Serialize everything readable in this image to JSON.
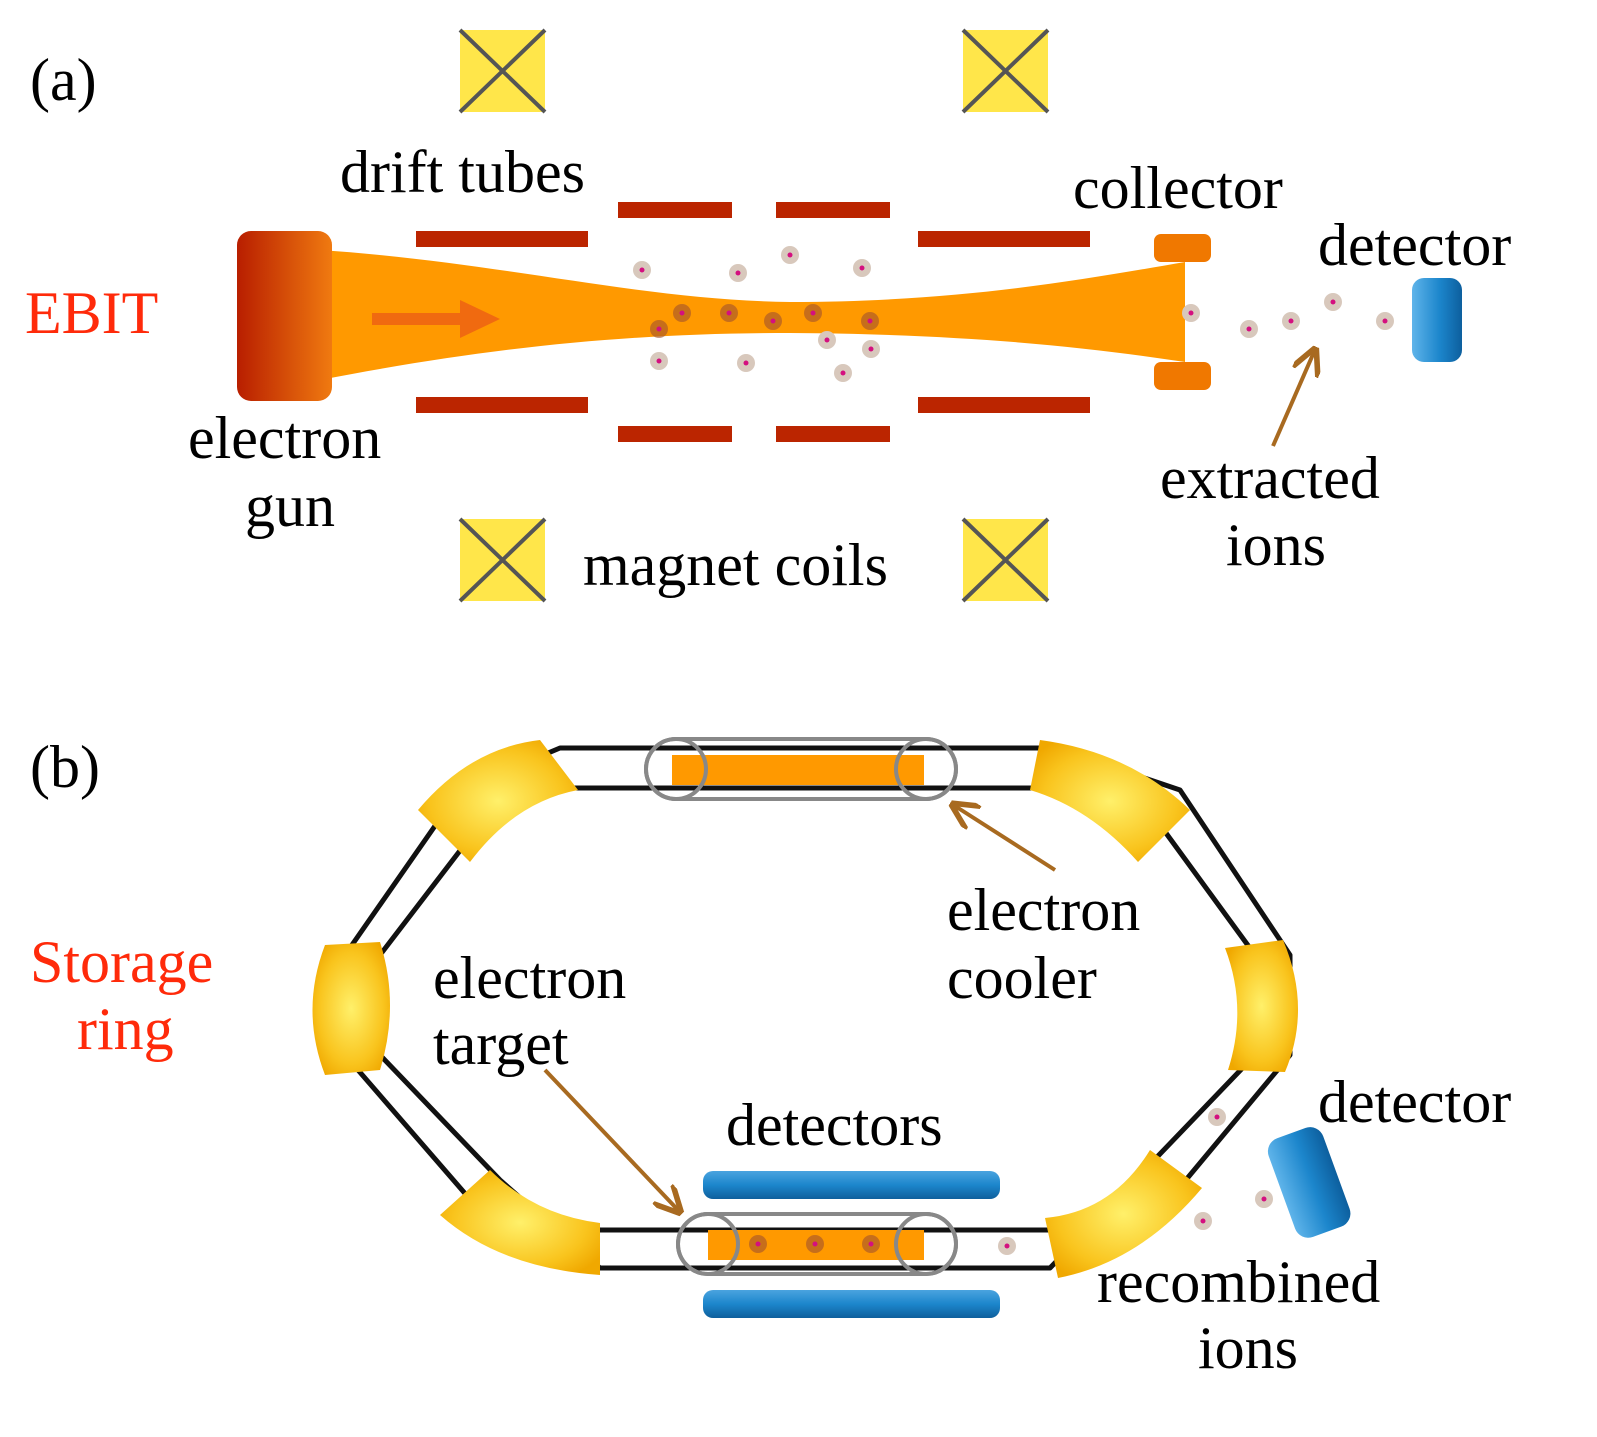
{
  "panel_a": {
    "tag": "(a)",
    "side_label": "EBIT",
    "electron_gun": [
      "electron",
      "gun"
    ],
    "drift_tubes": "drift tubes",
    "collector": "collector",
    "detector": "detector",
    "extracted_ions": [
      "extracted",
      "ions"
    ],
    "magnet_coils": "magnet coils"
  },
  "panel_b": {
    "tag": "(b)",
    "side_label": [
      "Storage",
      "ring"
    ],
    "electron_cooler": [
      "electron",
      "cooler"
    ],
    "electron_target": [
      "electron",
      "target"
    ],
    "detectors": "detectors",
    "detector": "detector",
    "recombined_ions": [
      "recombined",
      "ions"
    ]
  },
  "colors": {
    "accent_label": "#ff2a0a",
    "beam": "#ff9900",
    "electron_gun": "#d23f00",
    "drift_tube": "#bb2500",
    "collector": "#f07800",
    "coil": "#ffe64a",
    "coil_cross": "#555555",
    "detector": "#1c86cc",
    "dipole_magnet": "#f8c21a",
    "arrow": "#a86a20",
    "ion": "#d8c8bc",
    "ion_core": "#d4107f"
  }
}
